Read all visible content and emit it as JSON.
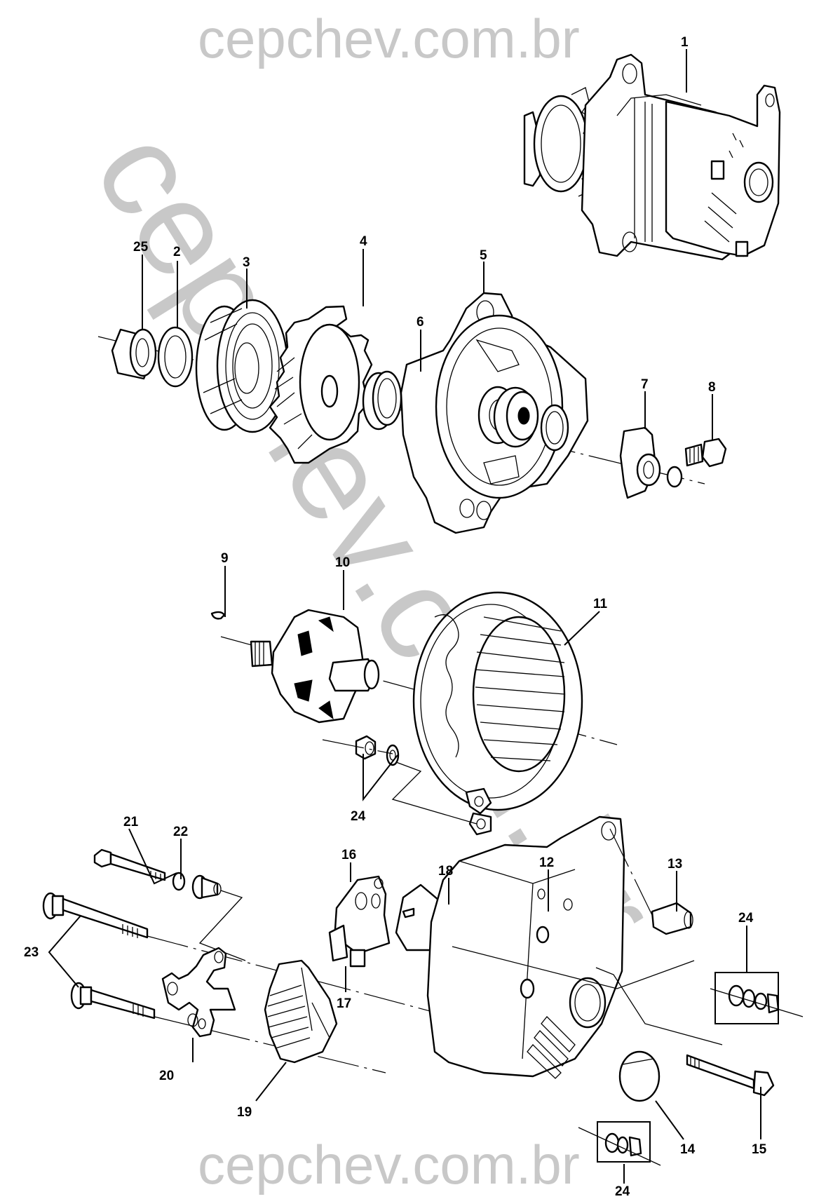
{
  "diagram": {
    "title": "Alternator exploded view",
    "watermark": {
      "horizontal_text": "cepchev.com.br",
      "diagonal_text": "cepchev.com.br",
      "color": "#c8c8c8"
    },
    "callouts": [
      {
        "id": "1",
        "label": "1",
        "part": "alternator-assembly"
      },
      {
        "id": "2",
        "label": "2",
        "part": "washer"
      },
      {
        "id": "3",
        "label": "3",
        "part": "pulley"
      },
      {
        "id": "4",
        "label": "4",
        "part": "fan"
      },
      {
        "id": "5",
        "label": "5",
        "part": "drive-end-frame"
      },
      {
        "id": "6",
        "label": "6",
        "part": "spacer-collar"
      },
      {
        "id": "7",
        "label": "7",
        "part": "bearing-retainer"
      },
      {
        "id": "8",
        "label": "8",
        "part": "retainer-screw"
      },
      {
        "id": "9",
        "label": "9",
        "part": "key"
      },
      {
        "id": "10",
        "label": "10",
        "part": "rotor"
      },
      {
        "id": "11",
        "label": "11",
        "part": "stator"
      },
      {
        "id": "12",
        "label": "12",
        "part": "slip-ring-end-frame"
      },
      {
        "id": "13",
        "label": "13",
        "part": "sleeve"
      },
      {
        "id": "14",
        "label": "14",
        "part": "end-cap"
      },
      {
        "id": "15",
        "label": "15",
        "part": "through-bolt"
      },
      {
        "id": "16",
        "label": "16",
        "part": "brush-holder"
      },
      {
        "id": "17",
        "label": "17",
        "part": "terminal"
      },
      {
        "id": "18",
        "label": "18",
        "part": "regulator"
      },
      {
        "id": "19",
        "label": "19",
        "part": "rectifier-bridge"
      },
      {
        "id": "20",
        "label": "20",
        "part": "insulator-plate"
      },
      {
        "id": "21",
        "label": "21",
        "part": "screw-and-washer"
      },
      {
        "id": "22",
        "label": "22",
        "part": "insulating-sleeve"
      },
      {
        "id": "23",
        "label": "23",
        "part": "long-screws"
      },
      {
        "id": "24a",
        "label": "24",
        "part": "nut-and-washer"
      },
      {
        "id": "24b",
        "label": "24",
        "part": "terminal-hardware-kit-upper"
      },
      {
        "id": "24c",
        "label": "24",
        "part": "terminal-hardware-kit-lower"
      },
      {
        "id": "25",
        "label": "25",
        "part": "pulley-nut"
      }
    ]
  }
}
